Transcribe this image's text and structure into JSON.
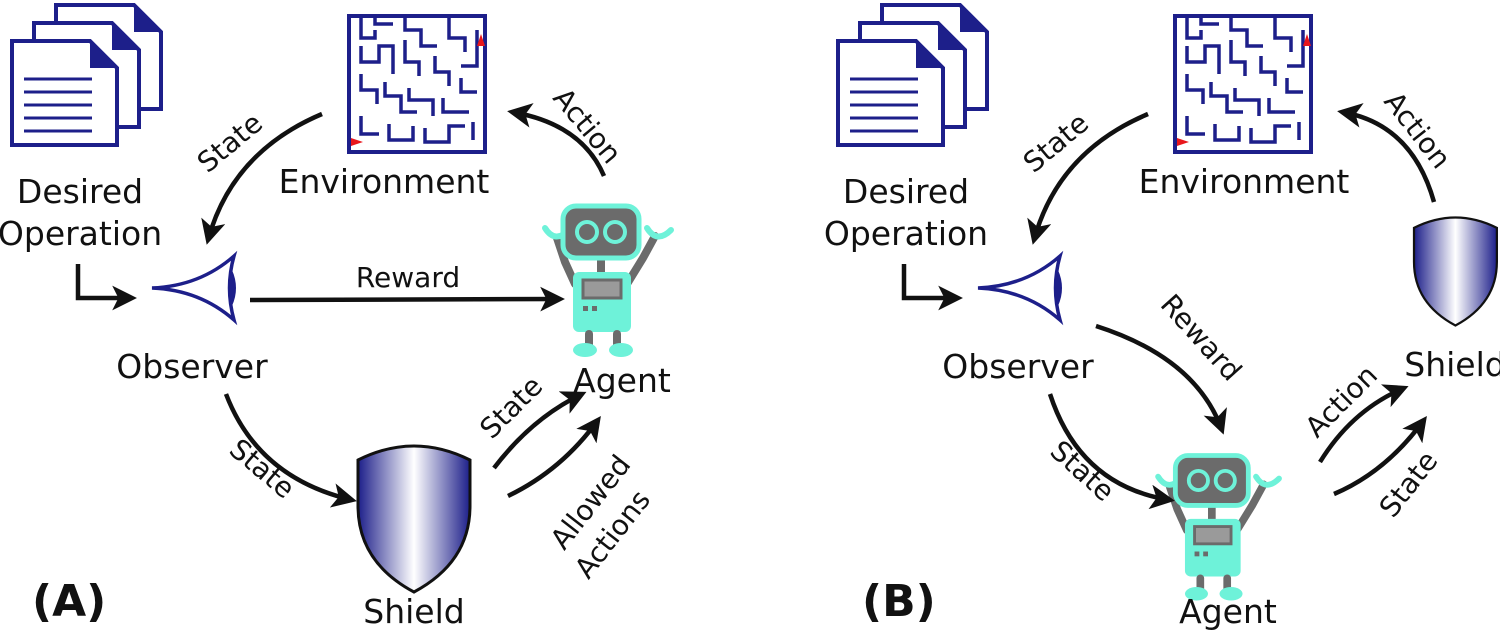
{
  "colors": {
    "navy": "#1d1f8a",
    "robot_body": "#6ef2d9",
    "robot_gray": "#6b6b6b",
    "goal_marker": "#e8161c",
    "arrow": "#111111"
  },
  "panel_a": {
    "label": "(A)",
    "environment_label": "Environment",
    "desired_operation_line1": "Desired",
    "desired_operation_line2": "Operation",
    "observer_label": "Observer",
    "agent_label": "Agent",
    "shield_label": "Shield",
    "arrows": {
      "env_to_observer": "State",
      "agent_to_env": "Action",
      "observer_to_agent": "Reward",
      "observer_to_shield": "State",
      "shield_to_agent_state": "State",
      "shield_to_agent_actions_line1": "Allowed",
      "shield_to_agent_actions_line2": "Actions"
    }
  },
  "panel_b": {
    "label": "(B)",
    "environment_label": "Environment",
    "desired_operation_line1": "Desired",
    "desired_operation_line2": "Operation",
    "observer_label": "Observer",
    "agent_label": "Agent",
    "shield_label": "Shield",
    "arrows": {
      "env_to_observer": "State",
      "shield_to_env": "Action",
      "observer_to_agent": "Reward",
      "observer_to_agent_state": "State",
      "agent_to_shield_action": "Action",
      "agent_to_shield_state": "State"
    }
  }
}
